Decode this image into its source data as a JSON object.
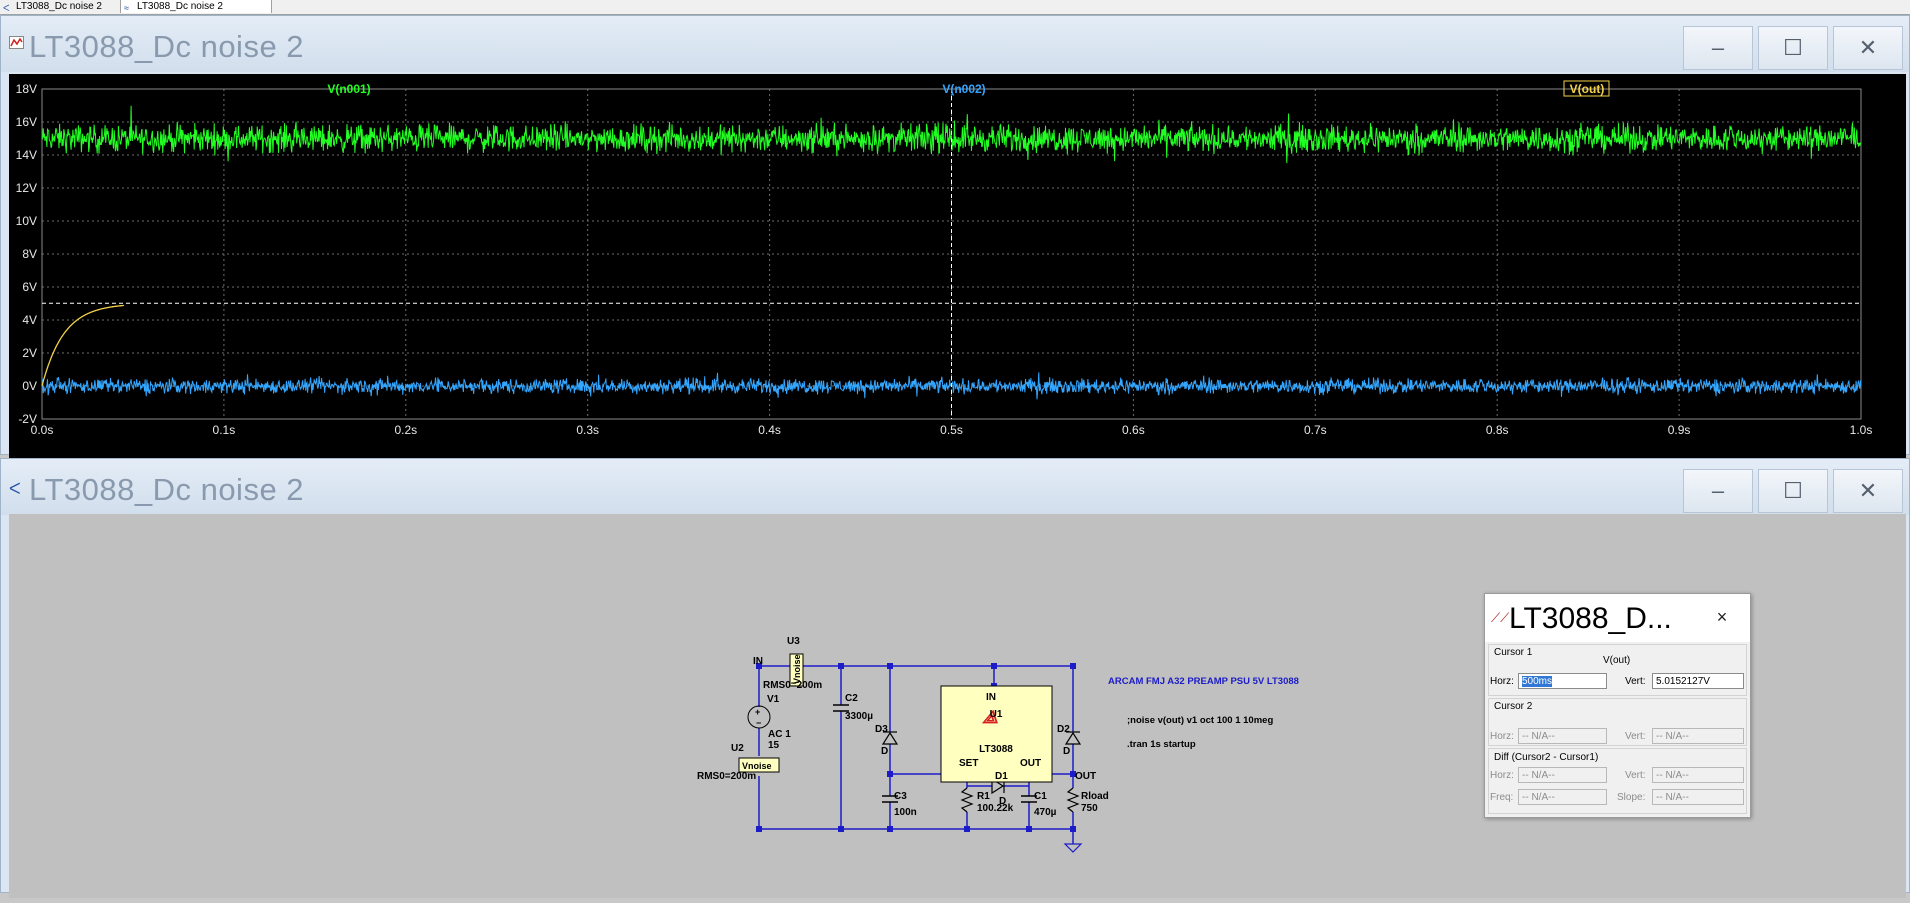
{
  "tabs": [
    {
      "label": "LT3088_Dc noise 2",
      "active": false
    },
    {
      "label": "LT3088_Dc noise 2",
      "active": true
    }
  ],
  "waveform_window": {
    "title": "LT3088_Dc noise 2",
    "traces": [
      {
        "label": "V(n001)",
        "color": "#22ff22"
      },
      {
        "label": "V(n002)",
        "color": "#33a6ff"
      },
      {
        "label": "V(out)",
        "color": "#f2d24a"
      }
    ],
    "cursor_readout": "5.0152127V"
  },
  "chart_data": {
    "type": "line",
    "title": "",
    "xlabel": "",
    "ylabel": "",
    "x_ticks": [
      "0.0s",
      "0.1s",
      "0.2s",
      "0.3s",
      "0.4s",
      "0.5s",
      "0.6s",
      "0.7s",
      "0.8s",
      "0.9s",
      "1.0s"
    ],
    "y_ticks": [
      "18V",
      "16V",
      "14V",
      "12V",
      "10V",
      "8V",
      "6V",
      "4V",
      "2V",
      "0V",
      "-2V"
    ],
    "xlim": [
      0,
      1.0
    ],
    "ylim": [
      -2,
      18
    ],
    "grid": true,
    "cursor": {
      "x": 0.5,
      "y": 5.0152127
    },
    "series": [
      {
        "name": "V(n001)",
        "color": "#22ff22",
        "mean": 15,
        "noise_pp": 2.4
      },
      {
        "name": "V(n002)",
        "color": "#33a6ff",
        "mean": 0,
        "noise_pp": 1.3
      },
      {
        "name": "V(out)",
        "color": "#f2d24a",
        "final": 5.0,
        "tau": 0.012,
        "settle_end": 0.045
      }
    ]
  },
  "schematic_window": {
    "title": "LT3088_Dc noise 2",
    "labels": {
      "u3": "U3",
      "vnoise_top": "Vnoise",
      "in_net": "IN",
      "v1": "V1",
      "rms_top": "RMS0=200m",
      "ac": "AC 1",
      "dc": "15",
      "u2": "U2",
      "vnoise_bottom": "Vnoise",
      "rms_bottom": "RMS0=200m",
      "c2": "C2",
      "c2_val": "3300µ",
      "d3": "D3",
      "d3_model": "D",
      "c3": "C3",
      "c3_val": "100n",
      "u1_in": "IN",
      "u1": "U1",
      "u1_part": "LT3088",
      "u1_set": "SET",
      "u1_out": "OUT",
      "d1": "D1",
      "d1_model": "D",
      "r1": "R1",
      "r1_val": "100.22k",
      "c1": "C1",
      "c1_val": "470µ",
      "d2": "D2",
      "d2_model": "D",
      "out_net": "OUT",
      "rload": "Rload",
      "rload_val": "750",
      "title_text": "ARCAM FMJ A32 PREAMP PSU 5V LT3088",
      "noise_directive": ";noise v(out) v1 oct 100 1 10meg",
      "tran_directive": ".tran 1s startup"
    }
  },
  "cursor_dialog": {
    "title": "LT3088_D...",
    "close": "×",
    "cursor1_label": "Cursor 1",
    "trace": "V(out)",
    "horz_label": "Horz:",
    "horz_value": "500ms",
    "vert_label": "Vert:",
    "vert_value": "5.0152127V",
    "cursor2_label": "Cursor 2",
    "na": "-- N/A--",
    "diff_label": "Diff (Cursor2 - Cursor1)",
    "freq_label": "Freq:",
    "slope_label": "Slope:"
  }
}
